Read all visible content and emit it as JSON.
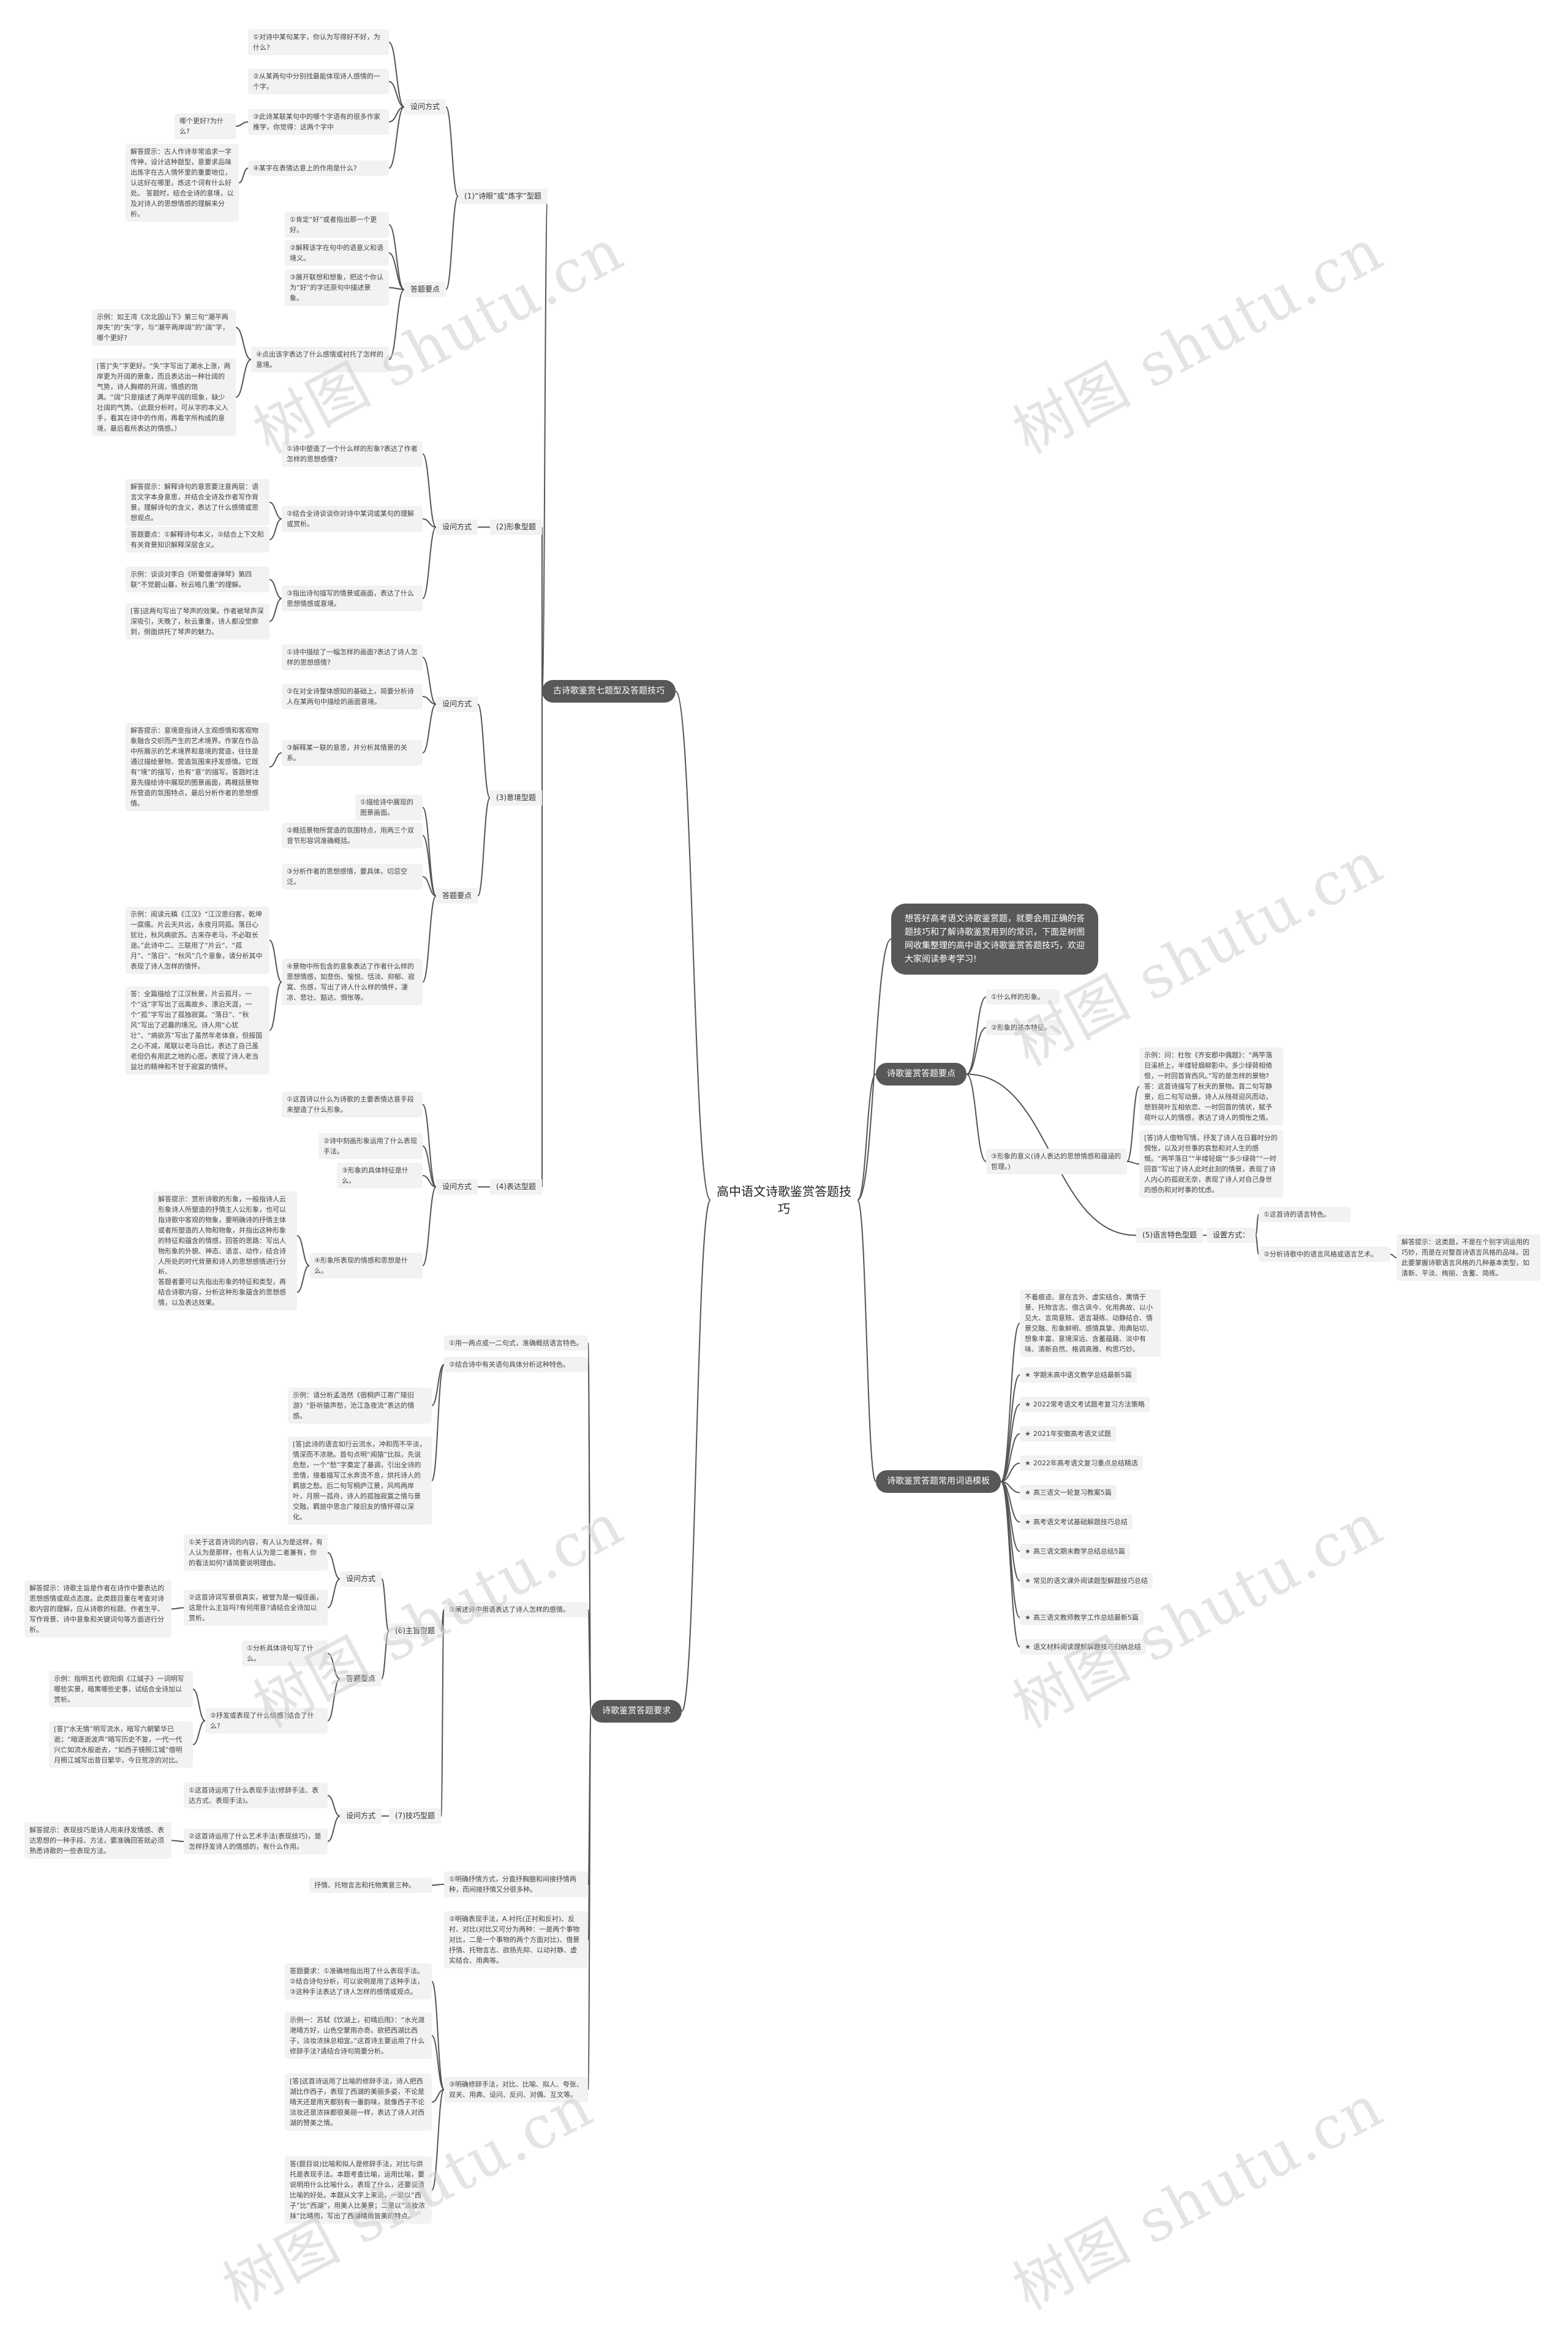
{
  "root": {
    "title": "高中语文诗歌鉴赏答题技巧"
  },
  "intro": "想答好高考语文诗歌鉴赏题，就要会用正确的答题技巧和了解诗歌鉴赏用到的常识，下面是树图网收集整理的高中语文诗歌鉴赏答题技巧，欢迎大家阅读参考学习!",
  "branches": {
    "seven": "古诗歌鉴赏七题型及答题技巧",
    "points": "诗歌鉴赏答题要点",
    "terms": "诗歌鉴赏答题常用词语模板",
    "require": "诗歌鉴赏答题要求"
  },
  "seven": {
    "g1": {
      "label": "(1)“诗眼”或“炼字”型题",
      "ask_label": "设问方式",
      "ask": [
        "①对诗中某句某字，你认为写得好不好，为什么?",
        "②从某两句中分别找最能体现诗人感情的一个字。",
        "③此诗某联某句中的哪个字语有的很多作家推学，你觉得：这两个字中",
        "④某字在表情达意上的作用是什么?"
      ],
      "q_side": "哪个更好?为什么?",
      "ask_hint": "解答提示：古人作诗非常追求一字传神，设计这种题型，意要求品味出炼字在古人情怀里的重要地位，认这好在哪里，炼这个词有什么好处。 答题时，结合全诗的意境，以及对诗人的思想情感的理解来分析。",
      "key_label": "答题要点",
      "key": [
        "①肯定“好”或者指出那一个更好。",
        "②解释该字在句中的语意义和语境义。",
        "③展开联想和想象，把这个你认为“好”的字还原句中描述景象。",
        "④点出该字表达了什么感情或衬托了怎样的意境。"
      ],
      "ex1": "示例：如王湾《次北固山下》第三句“潮平两岸失”的“失”字，与“潮平两岸阔”的“阔”字，哪个更好?",
      "ex2": "[答]“失”字更好。“失”字写出了潮水上涨，两岸更为开阔的景象，而且表达出一种壮阔的气势，诗人胸襟的开阔，情感的饱满。“阔”只是描述了两岸平阔的现象，缺少壮阔的气势。（此题分析时，可从字的本义入手，看其在诗中的作用，再看字所构成的意境，最后看所表达的情感。）"
    },
    "g2": {
      "label": "(2)形象型题",
      "ask_label": "设问方式",
      "ask": [
        "①诗中塑造了一个什么样的形象?表达了作者怎样的思想感情?",
        "②结合全诗谈谈你对诗中某词或某句的理解或赏析。",
        "③指出诗句描写的情景或画面，表达了什么思想情感或意境。"
      ],
      "hint1": "解答提示：解释诗句的意思要注意两层：语言文字本身意思，并结合全诗及作者写作背景，理解诗句的含义，表达了什么感情或思想观点。",
      "hint2": "答题要点：①解释诗句本义，②结合上下文和有关背景知识解释深层含义。",
      "ex1": "示例：谈谈对李白《听蜀僧濬弹琴》第四联“不觉碧山暮，秋云暗几重”的理解。",
      "ex2": "[答]这两句写出了琴声的效果。作者被琴声深深吸引，天晚了，秋云重重，诗人都没觉察到，侧面烘托了琴声的魅力。"
    },
    "g3": {
      "label": "(3)意境型题",
      "ask_label": "设问方式",
      "ask": [
        "①诗中描绘了一幅怎样的画面?表达了诗人怎样的思想感情?",
        "②在对全诗整体感知的基础上，简要分析诗人在某两句中描绘的画面意境。",
        "③解释某一联的意思，并分析其情景的关系。"
      ],
      "hint": "解答提示：意境是指诗人主观感情和客观物象融合交织而产生的艺术境界。作家在作品中所展示的艺术境界和意境的营造，往往是通过描绘景物、营造氛围来抒发感情。它既有“境”的描写，也有“意”的描写。答题时注意先描绘诗中展现的图景画面，再概括景物所营造的氛围特点，最后分析作者的思想感情。",
      "key_label": "答题要点",
      "key": [
        "①描绘诗中展现的图景画面。",
        "②概括景物所营造的氛围特点，用两三个双音节形容词准确概括。",
        "③分析作者的思想感情，要具体，切忌空泛。"
      ],
      "ex1": "示例：阅读元稹《江汉》“江汉思归客，乾坤一腐儒。片云天共远，永夜月同孤。落日心犹壮，秋风病欲苏。古来存老马，不必取长途。”此诗中二、三联用了“片云”、“孤月”、“落日”、“秋风”几个意象，请分析其中表现了诗人怎样的情怀。",
      "key4": "④景物中所包含的意象表达了作者什么样的思想情感，如悲伤、愉悦、恬淡、抑郁、寂寞、伤感，写出了诗人什么样的情怀，凄凉、悲壮、豁达、惆怅等。",
      "ex2": "答：全篇描绘了江汉秋景，片云孤月，一个“远”字写出了远离故乡、漂泊天涯，一个“孤”字写出了孤独寂寞。“落日”、“秋风”写出了迟暮的境况。诗人用“心犹壮”、“病欲苏”写出了虽然年老体衰，但报国之心不减，尾联以老马自比，表达了自己虽老但仍有用武之地的心愿。表现了诗人老当益壮的精神和不甘于寂寞的情怀。"
    },
    "g4": {
      "label": "(4)表达型题",
      "ask_label": "设问方式",
      "ask": [
        "①这首诗以什么为诗歌的主要表情达意手段来塑造了什么形象。",
        "②诗中刻画形象运用了什么表现手法。",
        "③形象的具体特征是什么。",
        "④形象所表现的情感和思想是什么。"
      ],
      "hint": "解答提示：赏析诗歌的形象，一般指诗人云形象诗人所塑造的抒情主人公形象，也可以指诗歌中客观的物象，要明确诗的抒情主体或者所塑造的人物和物象，并指出这种形象的特征和蕴含的情感，回答的思路：写出人物形象的外貌、神态、语言、动作，结合诗人所处的时代背景和诗人的思想感情进行分析。",
      "note": "答题者要可以先指出形象的特征和类型，再结合诗歌内容，分析这种形象蕴含的思想感情，以及表达效果。"
    }
  },
  "points": {
    "items": [
      "①什么样的形象。",
      "②形象的基本特征。",
      "③形象的意义(诗人表达的思想情感和蕴涵的哲理。)"
    ],
    "ex1": "示例：问：杜牧《齐安郡中偶题》：“两竿落日溪桥上，半缕轻烟柳影中。多少绿荷相倚恨，一时回首背西风。”写的是怎样的景物?答：这首诗描写了秋天的景物。首二句写静景，后二句写动景。诗人从残荷迎风而动，想到荷叶互相依恋、一时回首的情状，赋予荷叶以人的情感，表达了诗人的惆怅之情。",
    "ex2": "[答]诗人借物写情，抒发了诗人在日暮时分的惆怅，以及对世事的哀愁和对人生的感慨。“两竿落日”“半缕轻烟”“多少绿荷”“一时回首”写出了诗人此时此刻的情景，表现了诗人内心的孤寂无奈，表现了诗人对自己身世的感伤和对时事的忧虑。",
    "p5": "(5)语言特色型题",
    "p5_ask": "设置方式：",
    "p5_a1": "①这首诗的语言特色。",
    "p5_a2": "②分析诗歌中的语言风格或语言艺术。",
    "p5_hint": "解答提示：这类题，不是在个别字词运用的巧妙，而是在对整首诗语言风格的品味。因此要掌握诗歌语言风格的几种基本类型，如清新、平淡、绚丽、含蓄、简练。"
  },
  "terms": {
    "list": "不着痕迹、意在言外、虚实结合、寓情于景、托物言志、借古讽今、化用典故、以小见大、言简意赅、语言凝练、动静结合、情景交融、形象鲜明、感情真挚、用典贴切、想象丰富、意境深远、含蓄蕴藉、淡中有味、清新自然、格调高雅、构思巧妙。",
    "links": [
      "学期末高中语文教学总结最新5篇",
      "2022常考语文考试题考复习方法策略",
      "2021年安徽高考语文试题",
      "2022年高考语文复习重点总结精选",
      "高三语文一轮复习教案5篇",
      "高考语文考试基础解题技巧总结",
      "高三语文期末教学总结总结5篇",
      "常见的语文课外阅读题型解题技巧总结",
      "高三语文教师教学工作总结最新5篇",
      "语文材料阅读理解解题技巧归纳总结"
    ]
  },
  "require": {
    "r1": "①用一两点或一二句式，准确概括语言特色。",
    "r2": "②结合诗中有关语句具体分析这种特色。",
    "r3": "③阐述诗中用语表达了诗人怎样的感情。",
    "ex1": "示例：请分析孟浩然《宿桐庐江寄广陵旧游》“卧听猿声愁，沧江急夜流”表达的情感。",
    "ex2": "[答]此诗的语言如行云流水，冲和而不平淡，情深而不浓艳。首句点明“闻猿”比拟，先说危愁，一个“愁”字奠定了基调，引出全诗的悲情，接着描写江水奔流不息，烘托诗人的羁旅之愁。后二句写桐庐江景，风鸣两岸叶，月照一孤舟，诗人的孤独寂寞之情与景交融，羁旅中思念广陵旧友的情怀得以深化。",
    "main_label": "(6)主旨型题",
    "main_ask_label": "设问方式",
    "main_ask": [
      "①关于这首诗词的内容，有人认为是这样，有人认为是那样，也有人认为是二者兼有，你的看法如何?请简要说明理由。",
      "②这首诗词写景很真实，被誉为是一幅佳画，这是什么主旨吗?有何用意?请结合全诗加以赏析。"
    ],
    "main_hint": "解答提示：诗歌主旨是作者在诗作中要表达的思想感情或观点态度。此类题目重在考查对诗歌内容的理解，应从诗歌的标题、作者生平、写作背景、诗中意象和关键词句等方面进行分析。",
    "main_key_label": "答题要点",
    "main_key": [
      "①分析具体诗句写了什么。",
      "②抒发或表现了什么情感?结合了什么?"
    ],
    "main_ex1": "示例：指明五代·欧阳炯《江城子》一词明写哪些实景，暗寓哪些史事，试结合全诗加以赏析。",
    "main_ex2": "[答]“水无情”明写流水，暗写六朝繁华已逝；“暗逐逝波声”暗写历史不复，一代一代兴亡如流水般逝去，“如西子镜照江城”借明月照江城写出昔日繁华，今日荒凉的对比。",
    "tech_label": "(7)技巧型题",
    "tech_ask_label": "设问方式",
    "tech_ask": [
      "①这首诗运用了什么表现手法(修辞手法、表达方式、表现手法)。",
      "②这首诗运用了什么艺术手法(表现技巧)，是怎样抒发诗人的情感的，有什么作用。"
    ],
    "tech_hint": "解答提示：表现技巧是诗人用来抒发情感、表达思想的一种手段、方法，要准确回答就必须熟悉诗歌的一些表现方法。",
    "r4": "①明确抒情方式，分直抒胸臆和间接抒情两种，而间接抒情又分很多种。",
    "r4_side": "抒情、托物言志和托物寓意三种。",
    "r5": "②明确表现手法，A.衬托(正衬和反衬)、反衬、对比(对比又可分为两种：一是两个事物对比，二是一个事物的两个方面对比)、借景抒情、托物言志、欲扬先抑、以动衬静、虚实结合、用典等。",
    "r6": "③明确修辞手法，对比、比喻、拟人、夸张、双关、用典、设问、反问、对偶、互文等。",
    "r6_k1": "答题要求：①准确地指出用了什么表现手法。②结合诗句分析，可以说明是用了这种手法，③这种手法表达了诗人怎样的感情或观点。",
    "r6_ex1": "示例一：苏轼《饮湖上，初晴后雨》：“水光潋滟晴方好，山色空蒙雨亦奇。欲把西湖比西子，淡妆浓抹总相宜。”这首诗主要运用了什么修辞手法?请结合诗句简要分析。",
    "r6_ex2": "[答]这首诗运用了比喻的修辞手法，诗人把西湖比作西子，表现了西湖的美丽多姿，不论是晴天还是雨天都别有一番韵味，就像西子不论淡妆还是浓抹都很美丽一样，表达了诗人对西湖的赞美之情。",
    "r6_ex3": "答(题目说)比喻和拟人是修辞手法，对比与烘托是表现手法。本题考查比喻，运用比喻，要说明用什么比喻什么，表现了什么，还要说清比喻的好处。本题从文字上来说，一是以“西子”比“西湖”，用美人比美景；二是以“淡妆浓抹”比晴雨，写出了西湖晴雨皆美的特点。"
  }
}
